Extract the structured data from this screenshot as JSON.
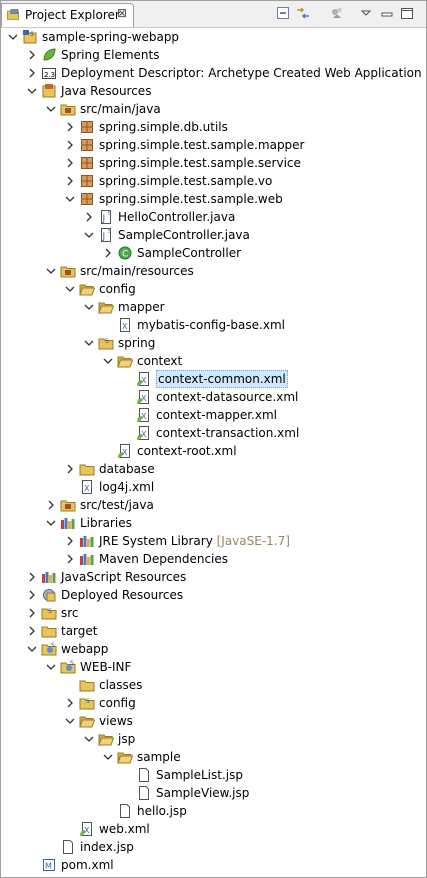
{
  "view": {
    "tab_label": "Project Explorer",
    "tab_close": "⊠",
    "toolbar": [
      {
        "name": "collapse-all-icon"
      },
      {
        "name": "link-with-editor-icon"
      },
      {
        "name": "spring-filter-icon"
      },
      {
        "name": "view-menu-icon"
      },
      {
        "name": "minimize-icon"
      },
      {
        "name": "maximize-icon"
      }
    ]
  },
  "tree": [
    {
      "depth": 0,
      "expander": "open",
      "icon": "project",
      "label": "sample-spring-webapp"
    },
    {
      "depth": 1,
      "expander": "closed",
      "icon": "spring",
      "label": "Spring Elements"
    },
    {
      "depth": 1,
      "expander": "closed",
      "icon": "deploy",
      "label": "Deployment Descriptor: Archetype Created Web Application"
    },
    {
      "depth": 1,
      "expander": "open",
      "icon": "javares",
      "label": "Java Resources"
    },
    {
      "depth": 2,
      "expander": "open",
      "icon": "srcfolder",
      "label": "src/main/java"
    },
    {
      "depth": 3,
      "expander": "closed",
      "icon": "package",
      "label": "spring.simple.db.utils"
    },
    {
      "depth": 3,
      "expander": "closed",
      "icon": "package",
      "label": "spring.simple.test.sample.mapper"
    },
    {
      "depth": 3,
      "expander": "closed",
      "icon": "package",
      "label": "spring.simple.test.sample.service"
    },
    {
      "depth": 3,
      "expander": "closed",
      "icon": "package",
      "label": "spring.simple.test.sample.vo"
    },
    {
      "depth": 3,
      "expander": "open",
      "icon": "package",
      "label": "spring.simple.test.sample.web"
    },
    {
      "depth": 4,
      "expander": "closed",
      "icon": "javafile",
      "label": "HelloController.java"
    },
    {
      "depth": 4,
      "expander": "open",
      "icon": "javafile",
      "label": "SampleController.java"
    },
    {
      "depth": 5,
      "expander": "closed",
      "icon": "class",
      "label": "SampleController"
    },
    {
      "depth": 2,
      "expander": "open",
      "icon": "srcfolder",
      "label": "src/main/resources"
    },
    {
      "depth": 3,
      "expander": "open",
      "icon": "folderopen",
      "label": "config"
    },
    {
      "depth": 4,
      "expander": "open",
      "icon": "folderopen",
      "label": "mapper"
    },
    {
      "depth": 5,
      "expander": "none",
      "icon": "xml",
      "label": "mybatis-config-base.xml"
    },
    {
      "depth": 4,
      "expander": "open",
      "icon": "springfolder",
      "label": "spring"
    },
    {
      "depth": 5,
      "expander": "open",
      "icon": "folderopen",
      "label": "context"
    },
    {
      "depth": 6,
      "expander": "none",
      "icon": "springxml",
      "label": "context-common.xml",
      "selected": true
    },
    {
      "depth": 6,
      "expander": "none",
      "icon": "springxml",
      "label": "context-datasource.xml"
    },
    {
      "depth": 6,
      "expander": "none",
      "icon": "springxml",
      "label": "context-mapper.xml"
    },
    {
      "depth": 6,
      "expander": "none",
      "icon": "springxml",
      "label": "context-transaction.xml"
    },
    {
      "depth": 5,
      "expander": "none",
      "icon": "springxml",
      "label": "context-root.xml"
    },
    {
      "depth": 3,
      "expander": "closed",
      "icon": "folder",
      "label": "database"
    },
    {
      "depth": 3,
      "expander": "none",
      "icon": "xml",
      "label": "log4j.xml"
    },
    {
      "depth": 2,
      "expander": "closed",
      "icon": "srcfolder",
      "label": "src/test/java"
    },
    {
      "depth": 2,
      "expander": "open",
      "icon": "library",
      "label": "Libraries"
    },
    {
      "depth": 3,
      "expander": "closed",
      "icon": "library",
      "label": "JRE System Library",
      "decoration": " [JavaSE-1.7]"
    },
    {
      "depth": 3,
      "expander": "closed",
      "icon": "library",
      "label": "Maven Dependencies"
    },
    {
      "depth": 1,
      "expander": "closed",
      "icon": "library",
      "label": "JavaScript Resources"
    },
    {
      "depth": 1,
      "expander": "closed",
      "icon": "deployed",
      "label": "Deployed Resources"
    },
    {
      "depth": 1,
      "expander": "closed",
      "icon": "springfolder",
      "label": "src"
    },
    {
      "depth": 1,
      "expander": "closed",
      "icon": "folder",
      "label": "target"
    },
    {
      "depth": 1,
      "expander": "open",
      "icon": "webfolder",
      "label": "webapp"
    },
    {
      "depth": 2,
      "expander": "open",
      "icon": "webfolder",
      "label": "WEB-INF"
    },
    {
      "depth": 3,
      "expander": "none",
      "icon": "folder",
      "label": "classes"
    },
    {
      "depth": 3,
      "expander": "closed",
      "icon": "springfolder",
      "label": "config"
    },
    {
      "depth": 3,
      "expander": "open",
      "icon": "folderopen",
      "label": "views"
    },
    {
      "depth": 4,
      "expander": "open",
      "icon": "folderopen",
      "label": "jsp"
    },
    {
      "depth": 5,
      "expander": "open",
      "icon": "folderopen",
      "label": "sample"
    },
    {
      "depth": 6,
      "expander": "none",
      "icon": "file",
      "label": "SampleList.jsp"
    },
    {
      "depth": 6,
      "expander": "none",
      "icon": "file",
      "label": "SampleView.jsp"
    },
    {
      "depth": 5,
      "expander": "none",
      "icon": "file",
      "label": "hello.jsp"
    },
    {
      "depth": 3,
      "expander": "none",
      "icon": "springxml",
      "label": "web.xml"
    },
    {
      "depth": 2,
      "expander": "none",
      "icon": "file",
      "label": "index.jsp"
    },
    {
      "depth": 1,
      "expander": "none",
      "icon": "maven",
      "label": "pom.xml"
    }
  ],
  "colors": {
    "selection": "#cde8ff",
    "decoration": "#a0845c",
    "folder": "#e8c45a",
    "spring": "#6db33f"
  }
}
